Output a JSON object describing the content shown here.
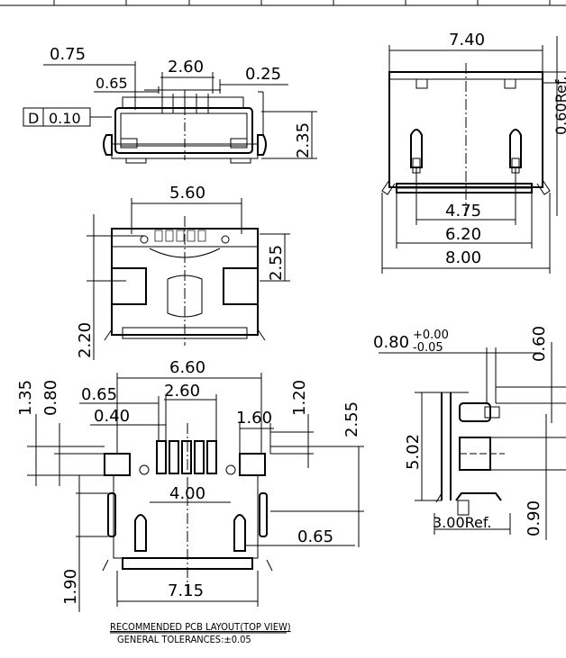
{
  "dims": {
    "top_left": {
      "w_075": "0.75",
      "w_065": "0.65",
      "w_260": "2.60",
      "w_025": "0.25",
      "h_235": "2.35",
      "flatness_symbol": "D",
      "flatness_value": "0.10"
    },
    "top_right": {
      "w_740": "7.40",
      "h_060ref": "0.60Ref.",
      "w_475": "4.75",
      "w_620": "6.20",
      "w_800": "8.00"
    },
    "mid_left": {
      "w_560": "5.60",
      "h_255": "2.55",
      "h_220": "2.20"
    },
    "side_view": {
      "w_080": "0.80",
      "tol_plus": "+0.00",
      "tol_minus": "-0.05",
      "h_060": "0.60",
      "h_502": "5.02",
      "h_090": "0.90",
      "w_300ref": "3.00Ref."
    },
    "pcb": {
      "h_135": "1.35",
      "h_080": "0.80",
      "w_660": "6.60",
      "w_065": "0.65",
      "w_260": "2.60",
      "w_040": "0.40",
      "w_160": "1.60",
      "h_120": "1.20",
      "h_255": "2.55",
      "w_400": "4.00",
      "w_065b": "0.65",
      "h_190": "1.90",
      "w_715": "7.15"
    }
  },
  "notes": {
    "title": "RECOMMENDED PCB LAYOUT(TOP VIEW)",
    "tolerance": "GENERAL TOLERANCES:±0.05"
  }
}
